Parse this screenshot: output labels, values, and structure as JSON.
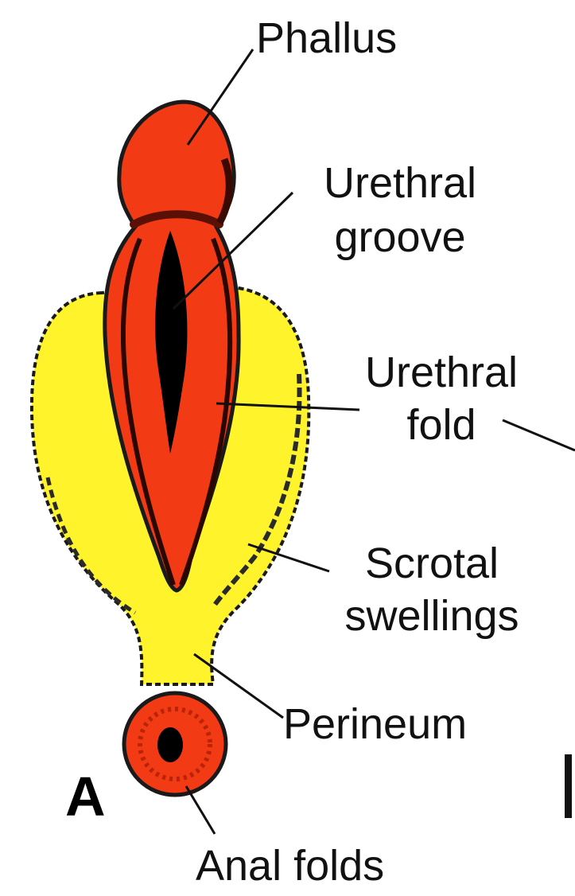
{
  "colors": {
    "phallus_fill": "#f23a14",
    "swelling_fill": "#fff32b",
    "outline": "#1a1a1a",
    "groove": "#000000",
    "label_text": "#111111",
    "leader_line": "#111111"
  },
  "panel_letter": "A",
  "labels": {
    "phallus": "Phallus",
    "urethral_groove_line1": "Urethral",
    "urethral_groove_line2": "groove",
    "urethral_fold_line1": "Urethral",
    "urethral_fold_line2": "fold",
    "scrotal_swellings_line1": "Scrotal",
    "scrotal_swellings_line2": "swellings",
    "perineum": "Perineum",
    "anal_folds": "Anal folds"
  }
}
